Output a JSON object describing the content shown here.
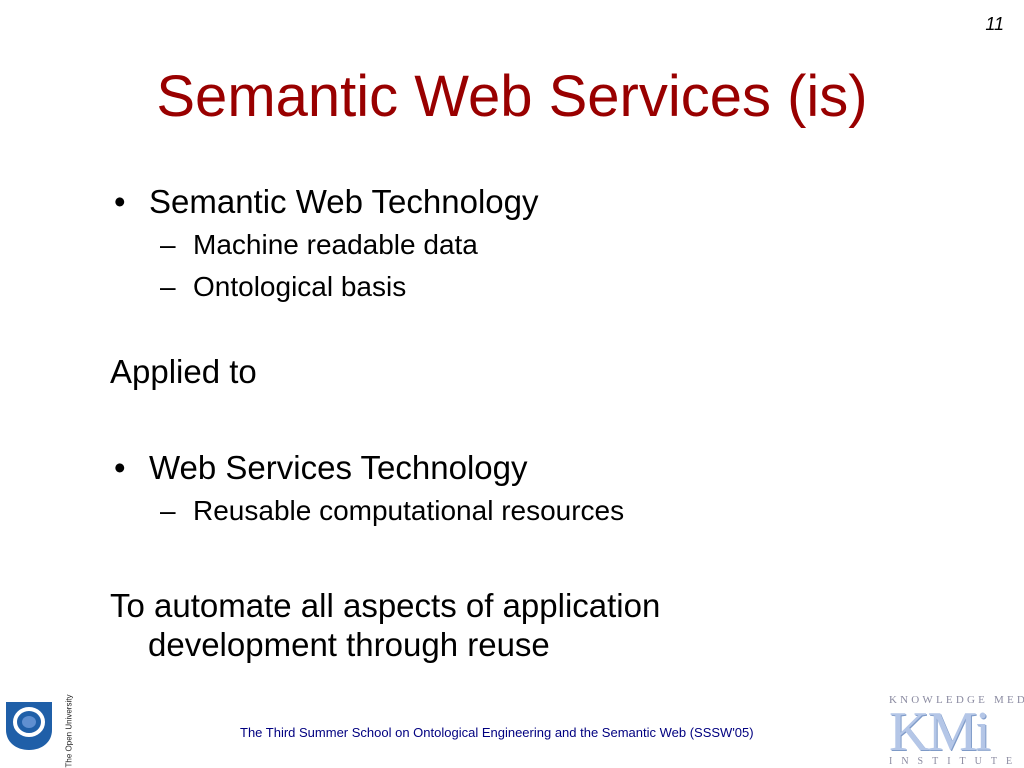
{
  "slide_number": "11",
  "title": "Semantic Web Services (is)",
  "bullets": {
    "marker_l1": "•",
    "marker_l2": "–",
    "item1": "Semantic Web Technology",
    "item1_sub1": "Machine readable data",
    "item1_sub2": "Ontological basis",
    "applied": "Applied to",
    "item2": "Web Services Technology",
    "item2_sub1": "Reusable computational resources",
    "conclusion": "To automate all aspects of application development through reuse"
  },
  "footer": {
    "text": "The Third Summer School on Ontological Engineering and the Semantic Web (SSSW'05)",
    "ou_label": "The Open University",
    "kmi_top": "KNOWLEDGE MEDIA",
    "kmi_logo": "KMi",
    "kmi_bottom": "INSTITUTE"
  },
  "colors": {
    "title": "#990000",
    "footer_text": "#000080",
    "kmi": "#b4c6e7",
    "ou_logo": "#1f5fa8"
  }
}
